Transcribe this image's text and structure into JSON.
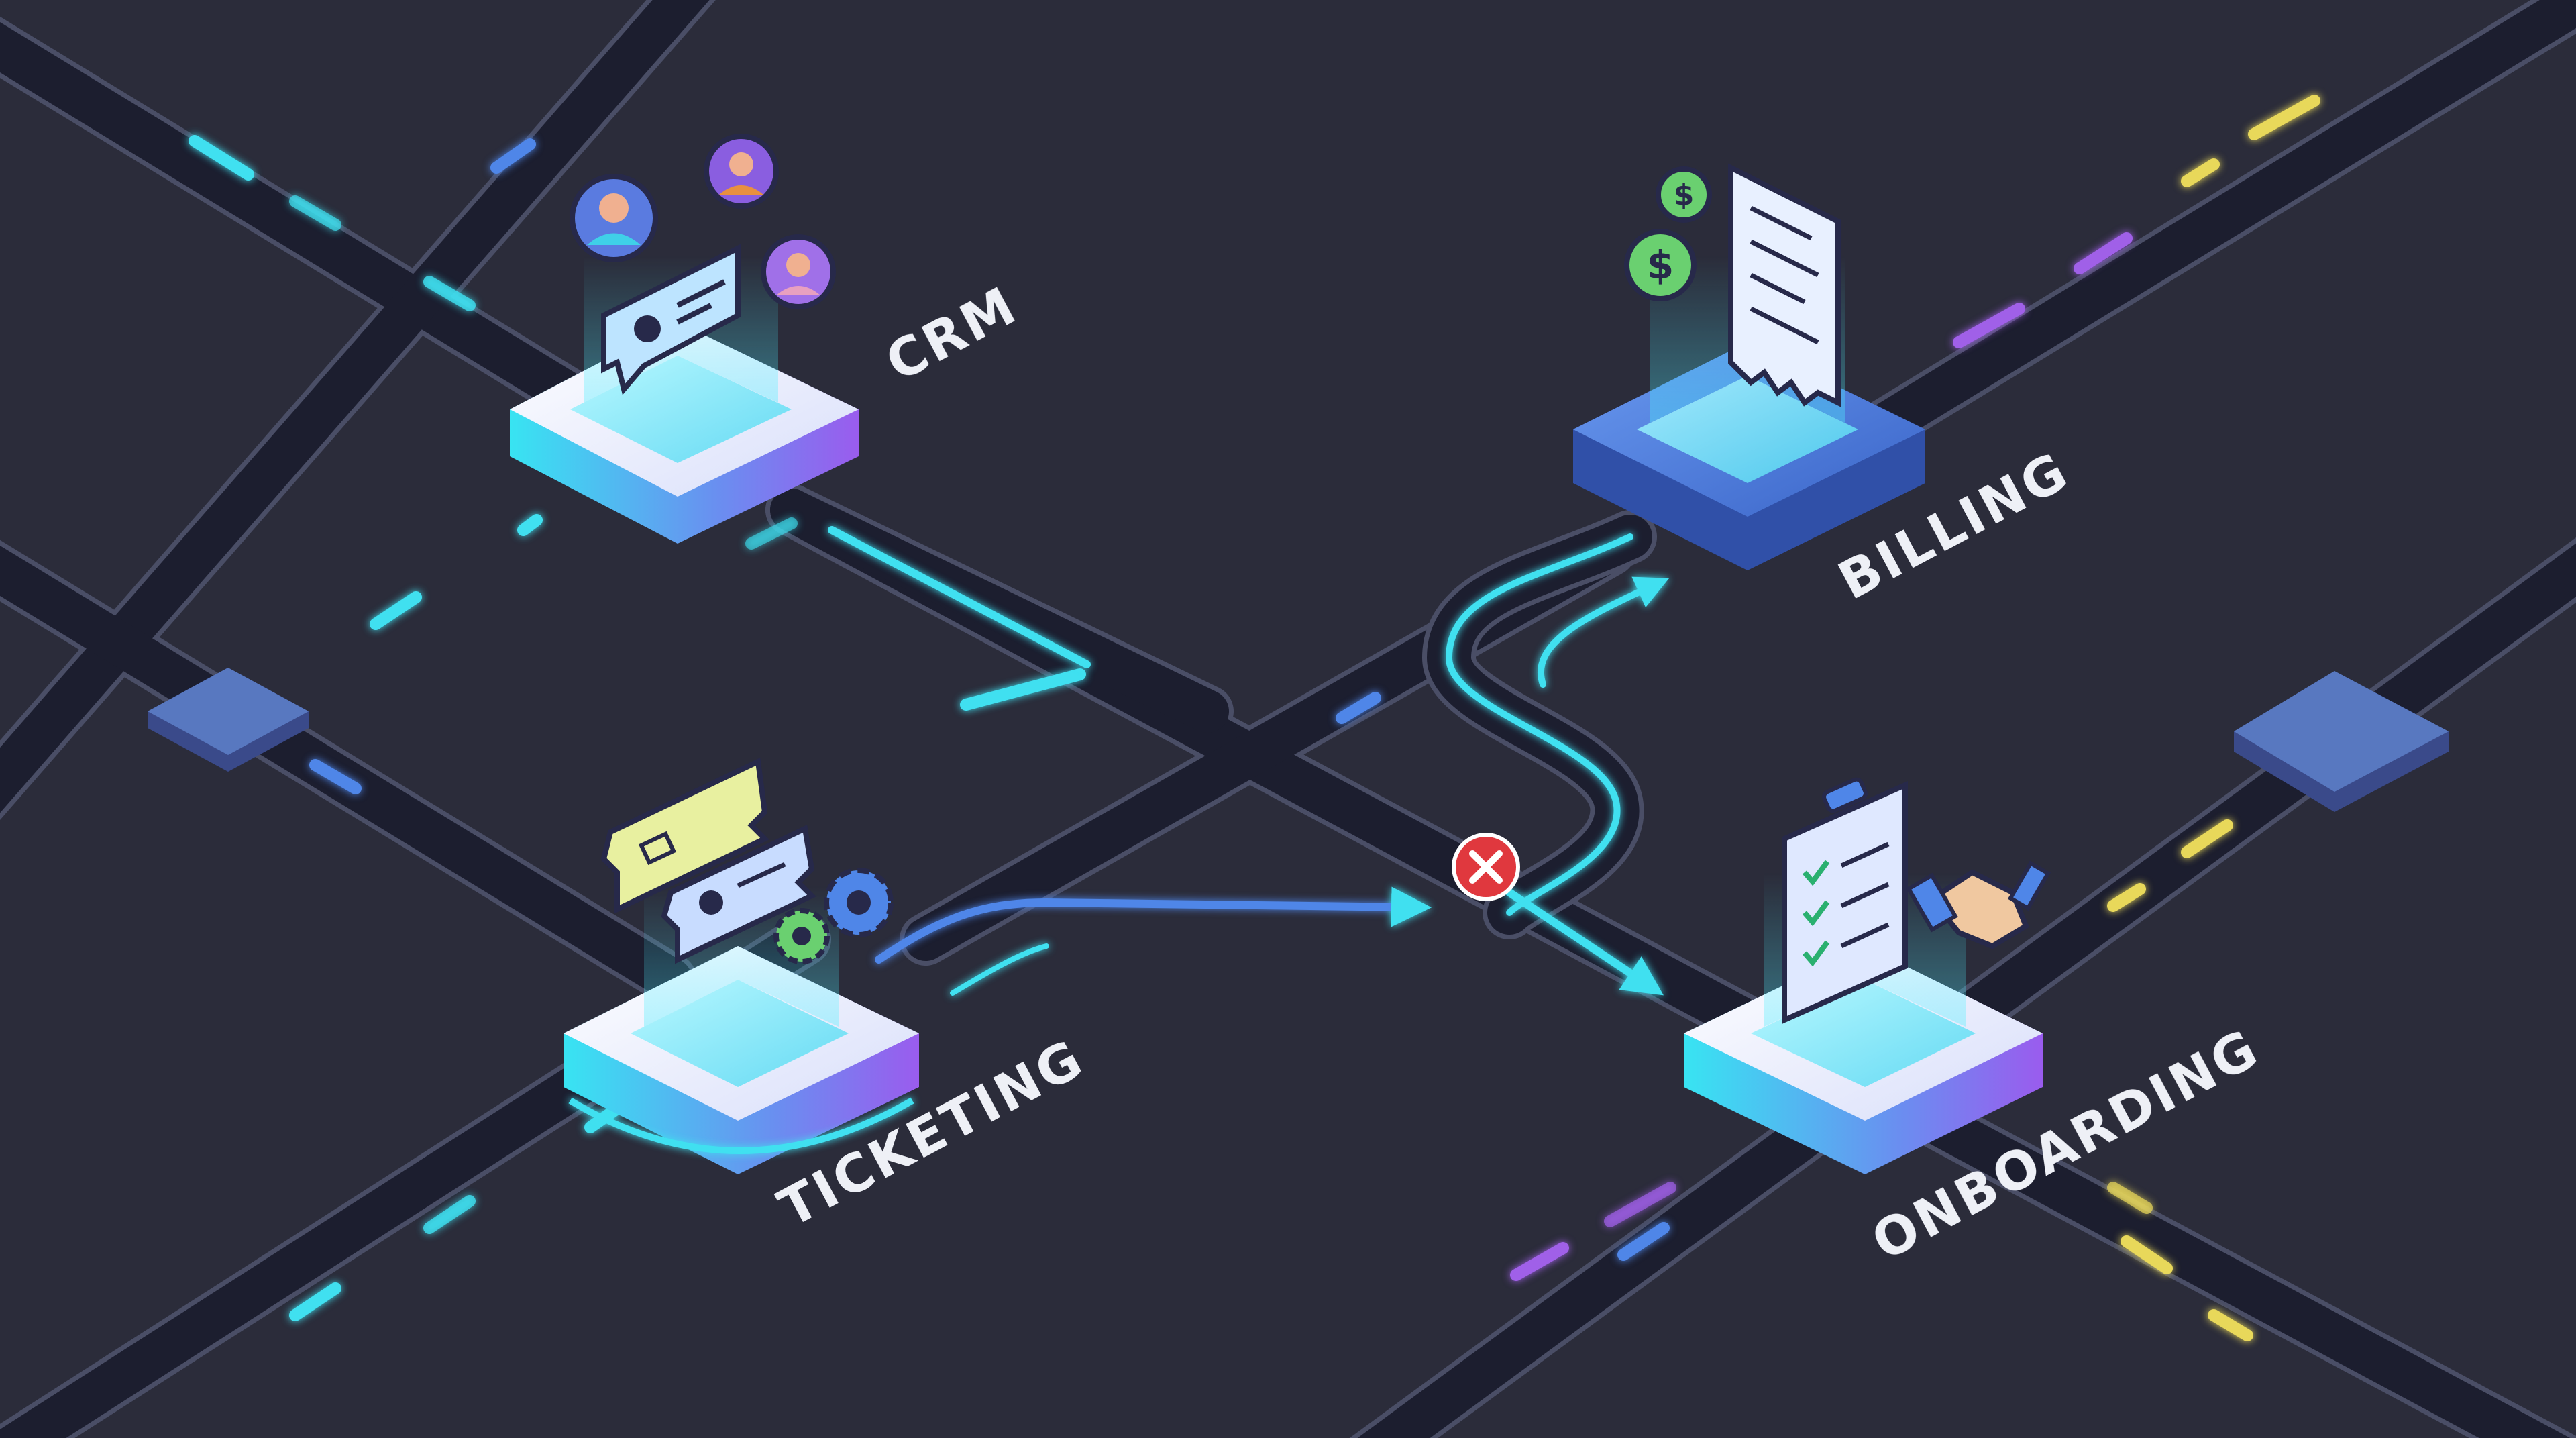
{
  "nodes": {
    "crm": {
      "label": "CRM"
    },
    "billing": {
      "label": "BILLING"
    },
    "ticketing": {
      "label": "TICKETING"
    },
    "onboarding": {
      "label": "ONBOARDING"
    }
  },
  "icons": {
    "crm": [
      "user-avatar-icon",
      "user-avatar-icon",
      "user-avatar-icon",
      "contact-card-chat-icon"
    ],
    "billing": [
      "dollar-coin-icon",
      "dollar-coin-icon",
      "receipt-icon"
    ],
    "ticketing": [
      "ticket-icon",
      "ticket-icon",
      "gear-icon",
      "gear-icon"
    ],
    "onboarding": [
      "checklist-clipboard-icon",
      "handshake-icon"
    ]
  },
  "status": {
    "blocked_icon": "x-circle-icon"
  },
  "colors": {
    "background": "#2b2c3a",
    "track": "#1c1e2f",
    "cyan": "#3fe0f0",
    "blue": "#4f86e8",
    "purple": "#a060e8",
    "yellow": "#e8d85a",
    "error": "#e0383e"
  }
}
